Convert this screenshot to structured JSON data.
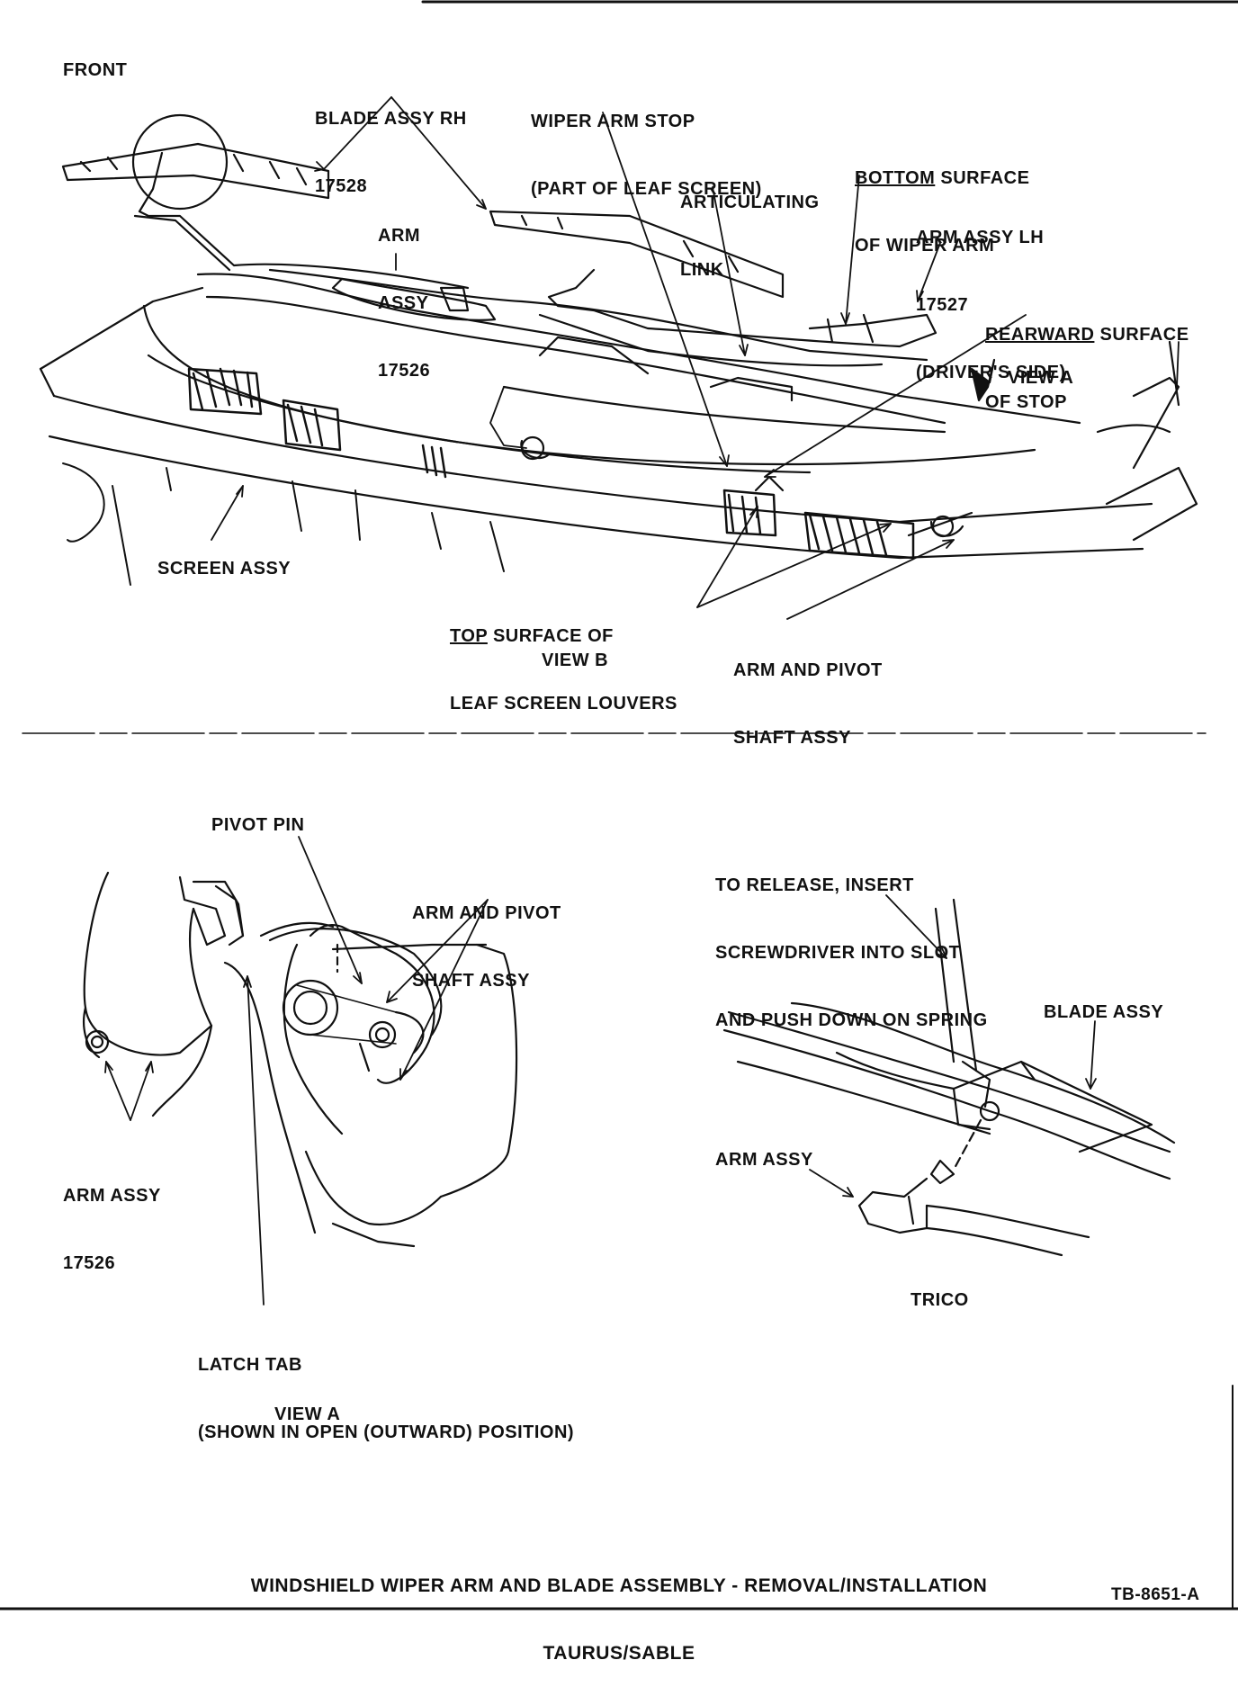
{
  "view_b": {
    "front": "FRONT",
    "blade_rh": [
      "BLADE ASSY RH",
      "17528"
    ],
    "wiper_stop": [
      "WIPER ARM STOP",
      "(PART OF LEAF SCREEN)"
    ],
    "bottom_surface": {
      "u": "BOTTOM",
      "rest": " SURFACE",
      "line2": "OF WIPER ARM"
    },
    "articulating": [
      "ARTICULATING",
      "LINK"
    ],
    "arm_assy_17526": [
      "ARM",
      "ASSY",
      "17526"
    ],
    "arm_lh": [
      "ARM ASSY LH",
      "17527",
      "(DRIVER'S SIDE)"
    ],
    "rearward": {
      "u": "REARWARD",
      "rest": " SURFACE",
      "line2": "OF STOP"
    },
    "view_a_marker": "VIEW A",
    "screen_assy": "SCREEN ASSY",
    "top_surface": {
      "u": "TOP",
      "rest": " SURFACE OF",
      "line2": "LEAF SCREEN LOUVERS"
    },
    "arm_pivot": [
      "ARM AND PIVOT",
      "SHAFT ASSY"
    ],
    "view_b": "VIEW B"
  },
  "view_a": {
    "pivot_pin": "PIVOT PIN",
    "arm_pivot": [
      "ARM AND PIVOT",
      "SHAFT ASSY"
    ],
    "arm_assy": [
      "ARM ASSY",
      "17526"
    ],
    "latch_tab": [
      "LATCH TAB",
      "(SHOWN IN OPEN (OUTWARD) POSITION)"
    ],
    "view_a": "VIEW A"
  },
  "trico": {
    "release": [
      "TO RELEASE, INSERT",
      "SCREWDRIVER INTO SLOT",
      "AND PUSH DOWN ON SPRING"
    ],
    "blade_assy": "BLADE ASSY",
    "arm_assy": "ARM ASSY",
    "trico": "TRICO"
  },
  "caption": {
    "line1": "WINDSHIELD WIPER ARM AND BLADE ASSEMBLY - REMOVAL/INSTALLATION",
    "line2": "TAURUS/SABLE"
  },
  "ref": "TB-8651-A"
}
